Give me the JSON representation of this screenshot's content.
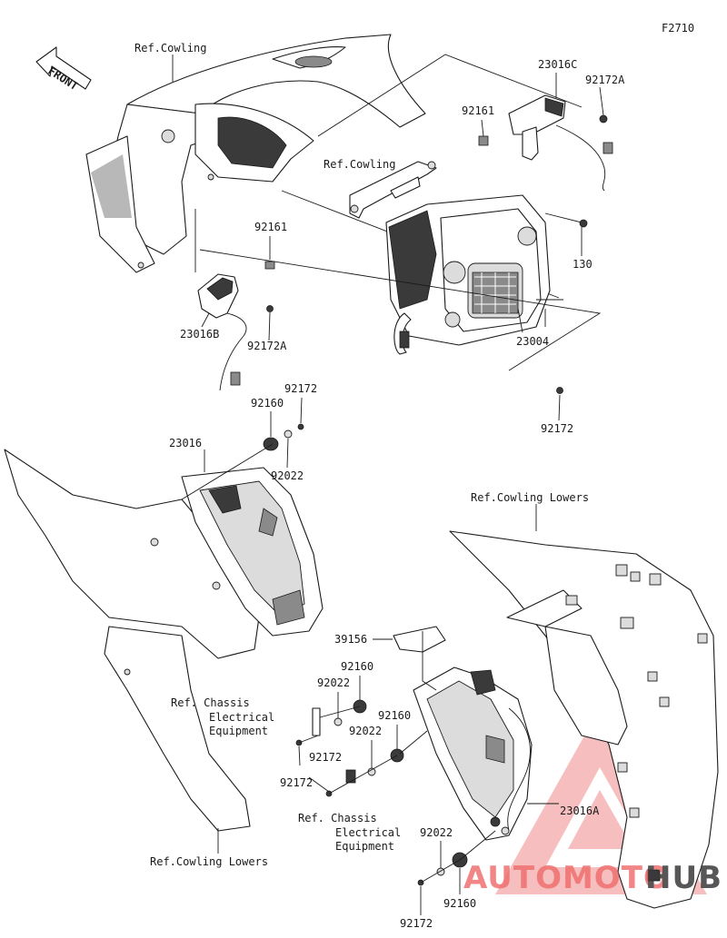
{
  "figure_code": "F2710",
  "front_label": "FRONT",
  "labels": {
    "ref_cowling_top": "Ref.Cowling",
    "ref_cowling_mid": "Ref.Cowling",
    "p23016C": "23016C",
    "p92172A_top": "92172A",
    "p92161_top": "92161",
    "p130": "130",
    "p92161_left": "92161",
    "p23016B": "23016B",
    "p92172A_left": "92172A",
    "p23004": "23004",
    "p92172_head": "92172",
    "p92172_a": "92172",
    "p92160_a": "92160",
    "p23016": "23016",
    "p92022_a": "92022",
    "ref_lowers_right": "Ref.Cowling Lowers",
    "p39156": "39156",
    "p92160_b": "92160",
    "p92022_b": "92022",
    "ref_chassis_1_l1": "Ref. Chassis",
    "ref_chassis_1_l2": "Electrical",
    "ref_chassis_1_l3": "Equipment",
    "p92160_c": "92160",
    "p92022_c": "92022",
    "p92172_b": "92172",
    "p92172_c": "92172",
    "ref_chassis_2_l1": "Ref. Chassis",
    "ref_chassis_2_l2": "Electrical",
    "ref_chassis_2_l3": "Equipment",
    "p23016A": "23016A",
    "p92022_d": "92022",
    "p92160_d": "92160",
    "p92172_d": "92172",
    "ref_lowers_left": "Ref.Cowling Lowers"
  },
  "watermark": {
    "part1": "AUTOMOTO",
    "part2": "HUB",
    "color1": "#f07070",
    "color2": "#3a3a3a"
  }
}
